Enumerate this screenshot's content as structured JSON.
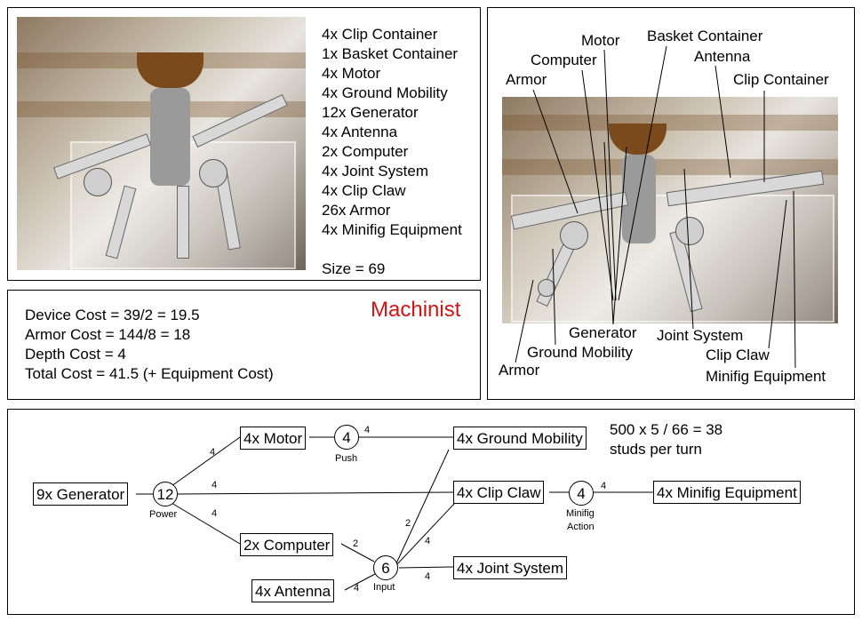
{
  "inventory": {
    "items": [
      "4x Clip Container",
      "1x Basket Container",
      "4x Motor",
      "4x Ground Mobility",
      "12x Generator",
      "4x Antenna",
      "2x Computer",
      "4x Joint System",
      "4x Clip Claw",
      "26x Armor",
      "4x Minifig Equipment"
    ],
    "size": "Size = 69"
  },
  "cost": {
    "title": "Machinist",
    "device": "Device Cost = 39/2 = 19.5",
    "armor": "Armor Cost = 144/8 = 18",
    "depth": "Depth Cost = 4",
    "total": "Total Cost = 41.5 (+ Equipment Cost)"
  },
  "callouts": {
    "motor": "Motor",
    "basket": "Basket Container",
    "computer": "Computer",
    "antenna": "Antenna",
    "armor_top": "Armor",
    "clip_container": "Clip Container",
    "generator": "Generator",
    "joint_system": "Joint System",
    "ground_mobility": "Ground Mobility",
    "clip_claw": "Clip Claw",
    "armor_bottom": "Armor",
    "minifig": "Minifig Equipment"
  },
  "diagram": {
    "nodes": {
      "generator": "9x Generator",
      "motor": "4x Motor",
      "computer": "2x Computer",
      "antenna": "4x Antenna",
      "ground_mobility": "4x Ground Mobility",
      "clip_claw": "4x Clip Claw",
      "joint_system": "4x Joint System",
      "minifig": "4x Minifig Equipment"
    },
    "circles": {
      "power": "12",
      "push": "4",
      "input": "6",
      "action": "4"
    },
    "circle_labels": {
      "power": "Power",
      "push": "Push",
      "input": "Input",
      "action_1": "Minifig",
      "action_2": "Action"
    },
    "edge_labels": {
      "power_motor": "4",
      "power_claw": "4",
      "power_computer": "4",
      "push_gm": "4",
      "computer_input": "2",
      "antenna_input": "4",
      "input_gm": "2",
      "input_claw": "4",
      "input_joint": "4",
      "action_minifig": "4"
    },
    "note_line1": "500 x 5 / 66 = 38",
    "note_line2": "studs per turn"
  }
}
